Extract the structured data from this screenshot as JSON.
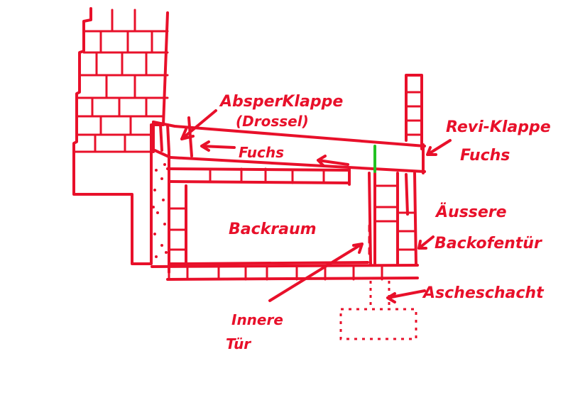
{
  "labels": {
    "absperrklappe": "AbsperKlappe",
    "drossel": "(Drossel)",
    "fuchs": "Fuchs",
    "revi_klappe": "Revi-Klappe",
    "revi_fuchs": "Fuchs",
    "backraum": "Backraum",
    "aeussere": "Äussere",
    "backofentuer": "Backofentür",
    "ascheschacht": "Ascheschacht",
    "innere": "Innere",
    "tuer": "Tür"
  },
  "colors": {
    "ink": "#e8102a",
    "flap": "#22c222"
  }
}
